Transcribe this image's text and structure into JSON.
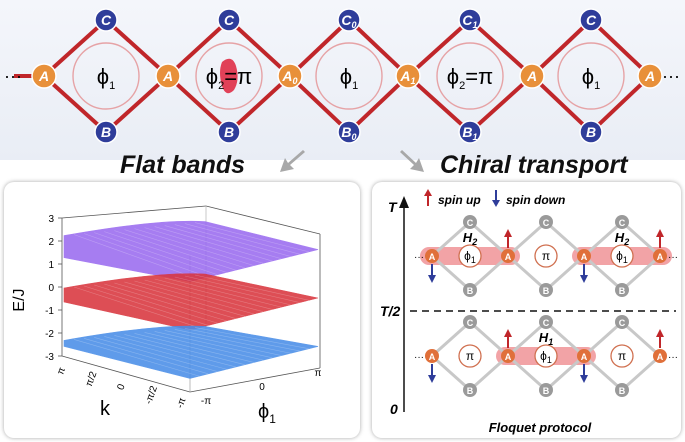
{
  "lattice": {
    "ellipsis": "···",
    "sites": [
      {
        "top": "C",
        "top_sub": "",
        "left": "A",
        "left_sub": "",
        "bottom": "B",
        "bottom_sub": "",
        "flux": "ϕ",
        "flux_sub": "1"
      },
      {
        "top": "C",
        "top_sub": "",
        "left": "A",
        "left_sub": "",
        "bottom": "B",
        "bottom_sub": "",
        "flux": "ϕ",
        "flux_sub": "2",
        "flux_eq": "=π"
      },
      {
        "top": "C",
        "top_sub": "0",
        "left": "A",
        "left_sub": "0",
        "bottom": "B",
        "bottom_sub": "0",
        "flux": "ϕ",
        "flux_sub": "1"
      },
      {
        "top": "C",
        "top_sub": "1",
        "left": "A",
        "left_sub": "1",
        "bottom": "B",
        "bottom_sub": "1",
        "flux": "ϕ",
        "flux_sub": "2",
        "flux_eq": "=π"
      },
      {
        "top": "C",
        "top_sub": "",
        "left": "A",
        "left_sub": "",
        "bottom": "B",
        "bottom_sub": "",
        "flux": "ϕ",
        "flux_sub": "1"
      }
    ],
    "end_site": "A",
    "colors": {
      "A": "#e8903a",
      "B": "#2f3d9a",
      "C": "#2f3d9a",
      "bond": "#c0262a"
    }
  },
  "headings": {
    "left": "Flat bands",
    "right": "Chiral transport"
  },
  "plot3d": {
    "zlabel": "E/J",
    "ztick_labels": [
      "3",
      "2",
      "1",
      "0",
      "-1",
      "-2",
      "-3"
    ],
    "k_label": "k",
    "k_ticks": [
      "π",
      "π/2",
      "0",
      "-π/2",
      "-π"
    ],
    "phi_label": "ϕ",
    "phi_sub": "1",
    "phi_ticks": [
      "-π",
      "0",
      "π"
    ],
    "bands": [
      {
        "name": "upper",
        "energy": 2.2,
        "color": "#9a6cf0"
      },
      {
        "name": "middle",
        "energy": 0,
        "color": "#d9363e"
      },
      {
        "name": "lower",
        "energy": -2.2,
        "color": "#4a8ee8"
      }
    ]
  },
  "floquet": {
    "legend_up": "spin up",
    "legend_down": "spin down",
    "time_top": "T",
    "time_mid": "T/2",
    "time_zero": "0",
    "upper_hamiltonian": "H",
    "upper_hamiltonian_sub": "2",
    "lower_hamiltonian": "H",
    "lower_hamiltonian_sub": "1",
    "site_A": "A",
    "site_B": "B",
    "site_C": "C",
    "pi": "π",
    "phi": "ϕ",
    "phi_sub": "1",
    "ellipsis": "···",
    "footer": "Floquet protocol",
    "colors": {
      "up": "#c0262a",
      "down": "#2f3d9a",
      "A": "#e0703a"
    }
  }
}
